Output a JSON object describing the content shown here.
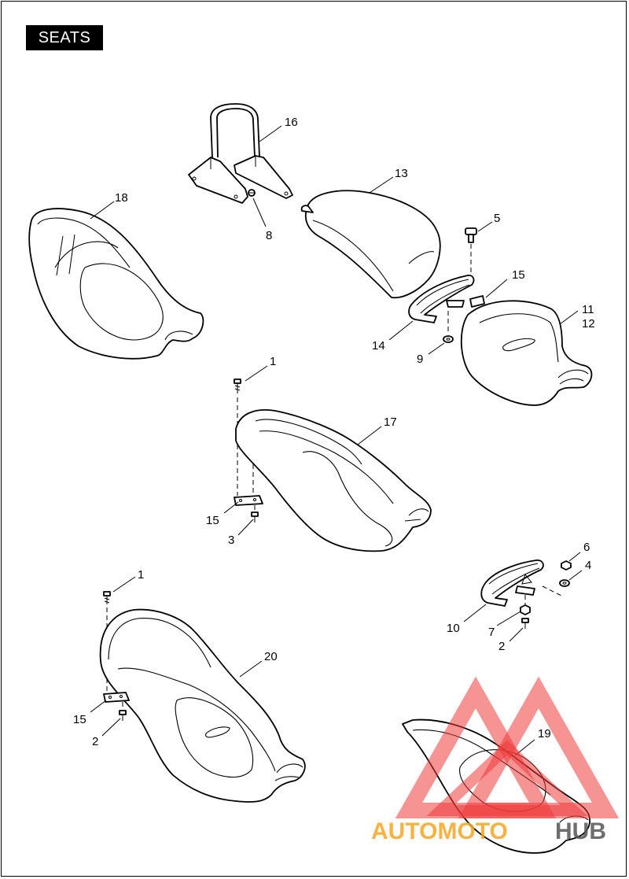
{
  "header": {
    "title": "SEATS"
  },
  "callouts": [
    {
      "id": "c16",
      "label": "16"
    },
    {
      "id": "c18",
      "label": "18"
    },
    {
      "id": "c13",
      "label": "13"
    },
    {
      "id": "c5",
      "label": "5"
    },
    {
      "id": "c8",
      "label": "8"
    },
    {
      "id": "c15a",
      "label": "15"
    },
    {
      "id": "c11",
      "label": "11"
    },
    {
      "id": "c12",
      "label": "12"
    },
    {
      "id": "c14",
      "label": "14"
    },
    {
      "id": "c9",
      "label": "9"
    },
    {
      "id": "c1a",
      "label": "1"
    },
    {
      "id": "c17",
      "label": "17"
    },
    {
      "id": "c15b",
      "label": "15"
    },
    {
      "id": "c3",
      "label": "3"
    },
    {
      "id": "c6",
      "label": "6"
    },
    {
      "id": "c4",
      "label": "4"
    },
    {
      "id": "c1b",
      "label": "1"
    },
    {
      "id": "c20",
      "label": "20"
    },
    {
      "id": "c10",
      "label": "10"
    },
    {
      "id": "c7",
      "label": "7"
    },
    {
      "id": "c2a",
      "label": "2"
    },
    {
      "id": "c15c",
      "label": "15"
    },
    {
      "id": "c2b",
      "label": "2"
    },
    {
      "id": "c19",
      "label": "19"
    }
  ],
  "watermark": {
    "part1": "AUTOMOTO",
    "part2": "HUB",
    "color_primary": "#f5a623",
    "color_secondary": "#555555",
    "triangle_color": "#ee3b3b"
  }
}
